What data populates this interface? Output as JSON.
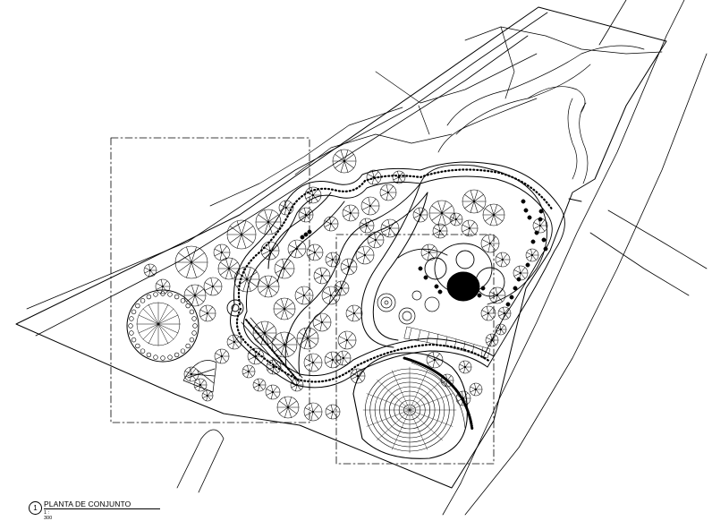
{
  "drawing": {
    "view_number": "1",
    "view_title": "PLANTA DE CONJUNTO",
    "scale": "1 : 300"
  }
}
